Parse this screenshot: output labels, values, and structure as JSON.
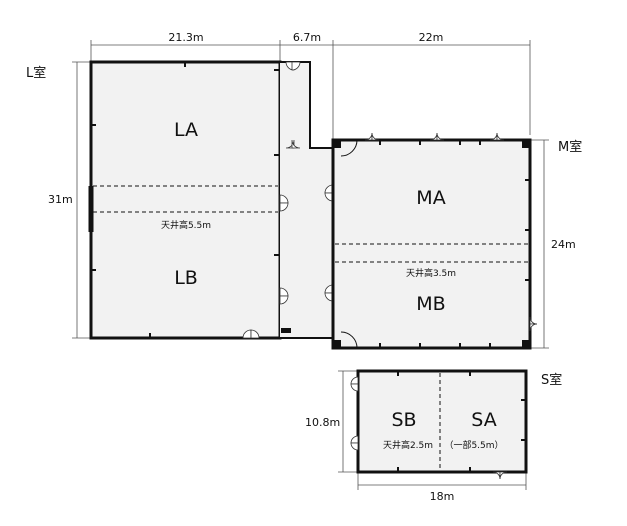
{
  "rooms": {
    "l": {
      "label": "L室",
      "width": "21.3m",
      "height": "31m",
      "zones": [
        "LA",
        "LB"
      ],
      "ceiling": "天井高5.5m"
    },
    "corridor": {
      "width": "6.7m"
    },
    "m": {
      "label": "M室",
      "width": "22m",
      "height": "24m",
      "zones": [
        "MA",
        "MB"
      ],
      "ceiling": "天井高3.5m"
    },
    "s": {
      "label": "S室",
      "width": "18m",
      "height": "10.8m",
      "zones": [
        "SB",
        "SA"
      ],
      "ceiling": "天井高2.5m",
      "partial_ceiling": "（一部5.5m）"
    }
  }
}
